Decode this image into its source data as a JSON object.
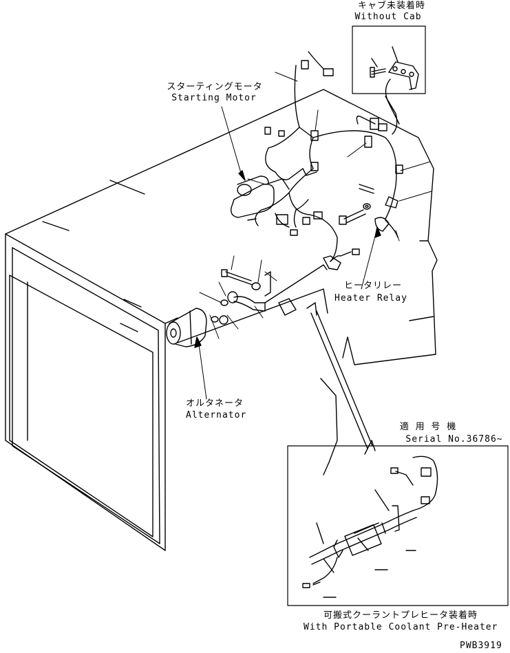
{
  "labels": {
    "without_cab_jp": "キャブ未装着時",
    "without_cab_en": "Without Cab",
    "starting_motor_jp": "スターティングモータ",
    "starting_motor_en": "Starting Motor",
    "heater_relay_jp": "ヒータリレー",
    "heater_relay_en": "Heater Relay",
    "alternator_jp": "オルタネータ",
    "alternator_en": "Alternator",
    "serial_jp": "適 用 号 機",
    "serial_en": "Serial No.36786~",
    "preheater_jp": "可搬式クーラントプレヒータ装着時",
    "preheater_en": "With Portable Coolant Pre-Heater",
    "drawing_code": "PWB3919"
  },
  "colors": {
    "line": "#000000",
    "background": "#ffffff"
  }
}
